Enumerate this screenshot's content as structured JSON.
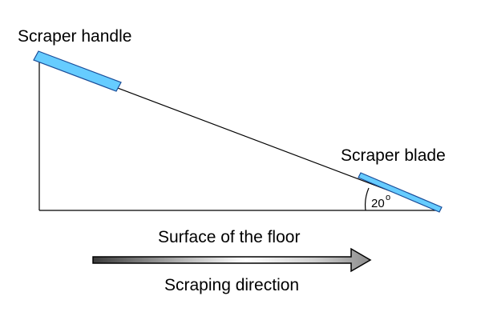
{
  "labels": {
    "handle": "Scraper handle",
    "blade": "Scraper blade",
    "angle_value": "20",
    "angle_degree": "o",
    "surface": "Surface of the floor",
    "direction": "Scraping direction"
  },
  "colors": {
    "tool_fill": "#66ccff",
    "tool_stroke": "#1a4d99",
    "line": "#000000",
    "arrow_dark": "#333333",
    "arrow_light": "#ffffff"
  },
  "icons": {
    "direction_arrow": "right-arrow-icon"
  }
}
